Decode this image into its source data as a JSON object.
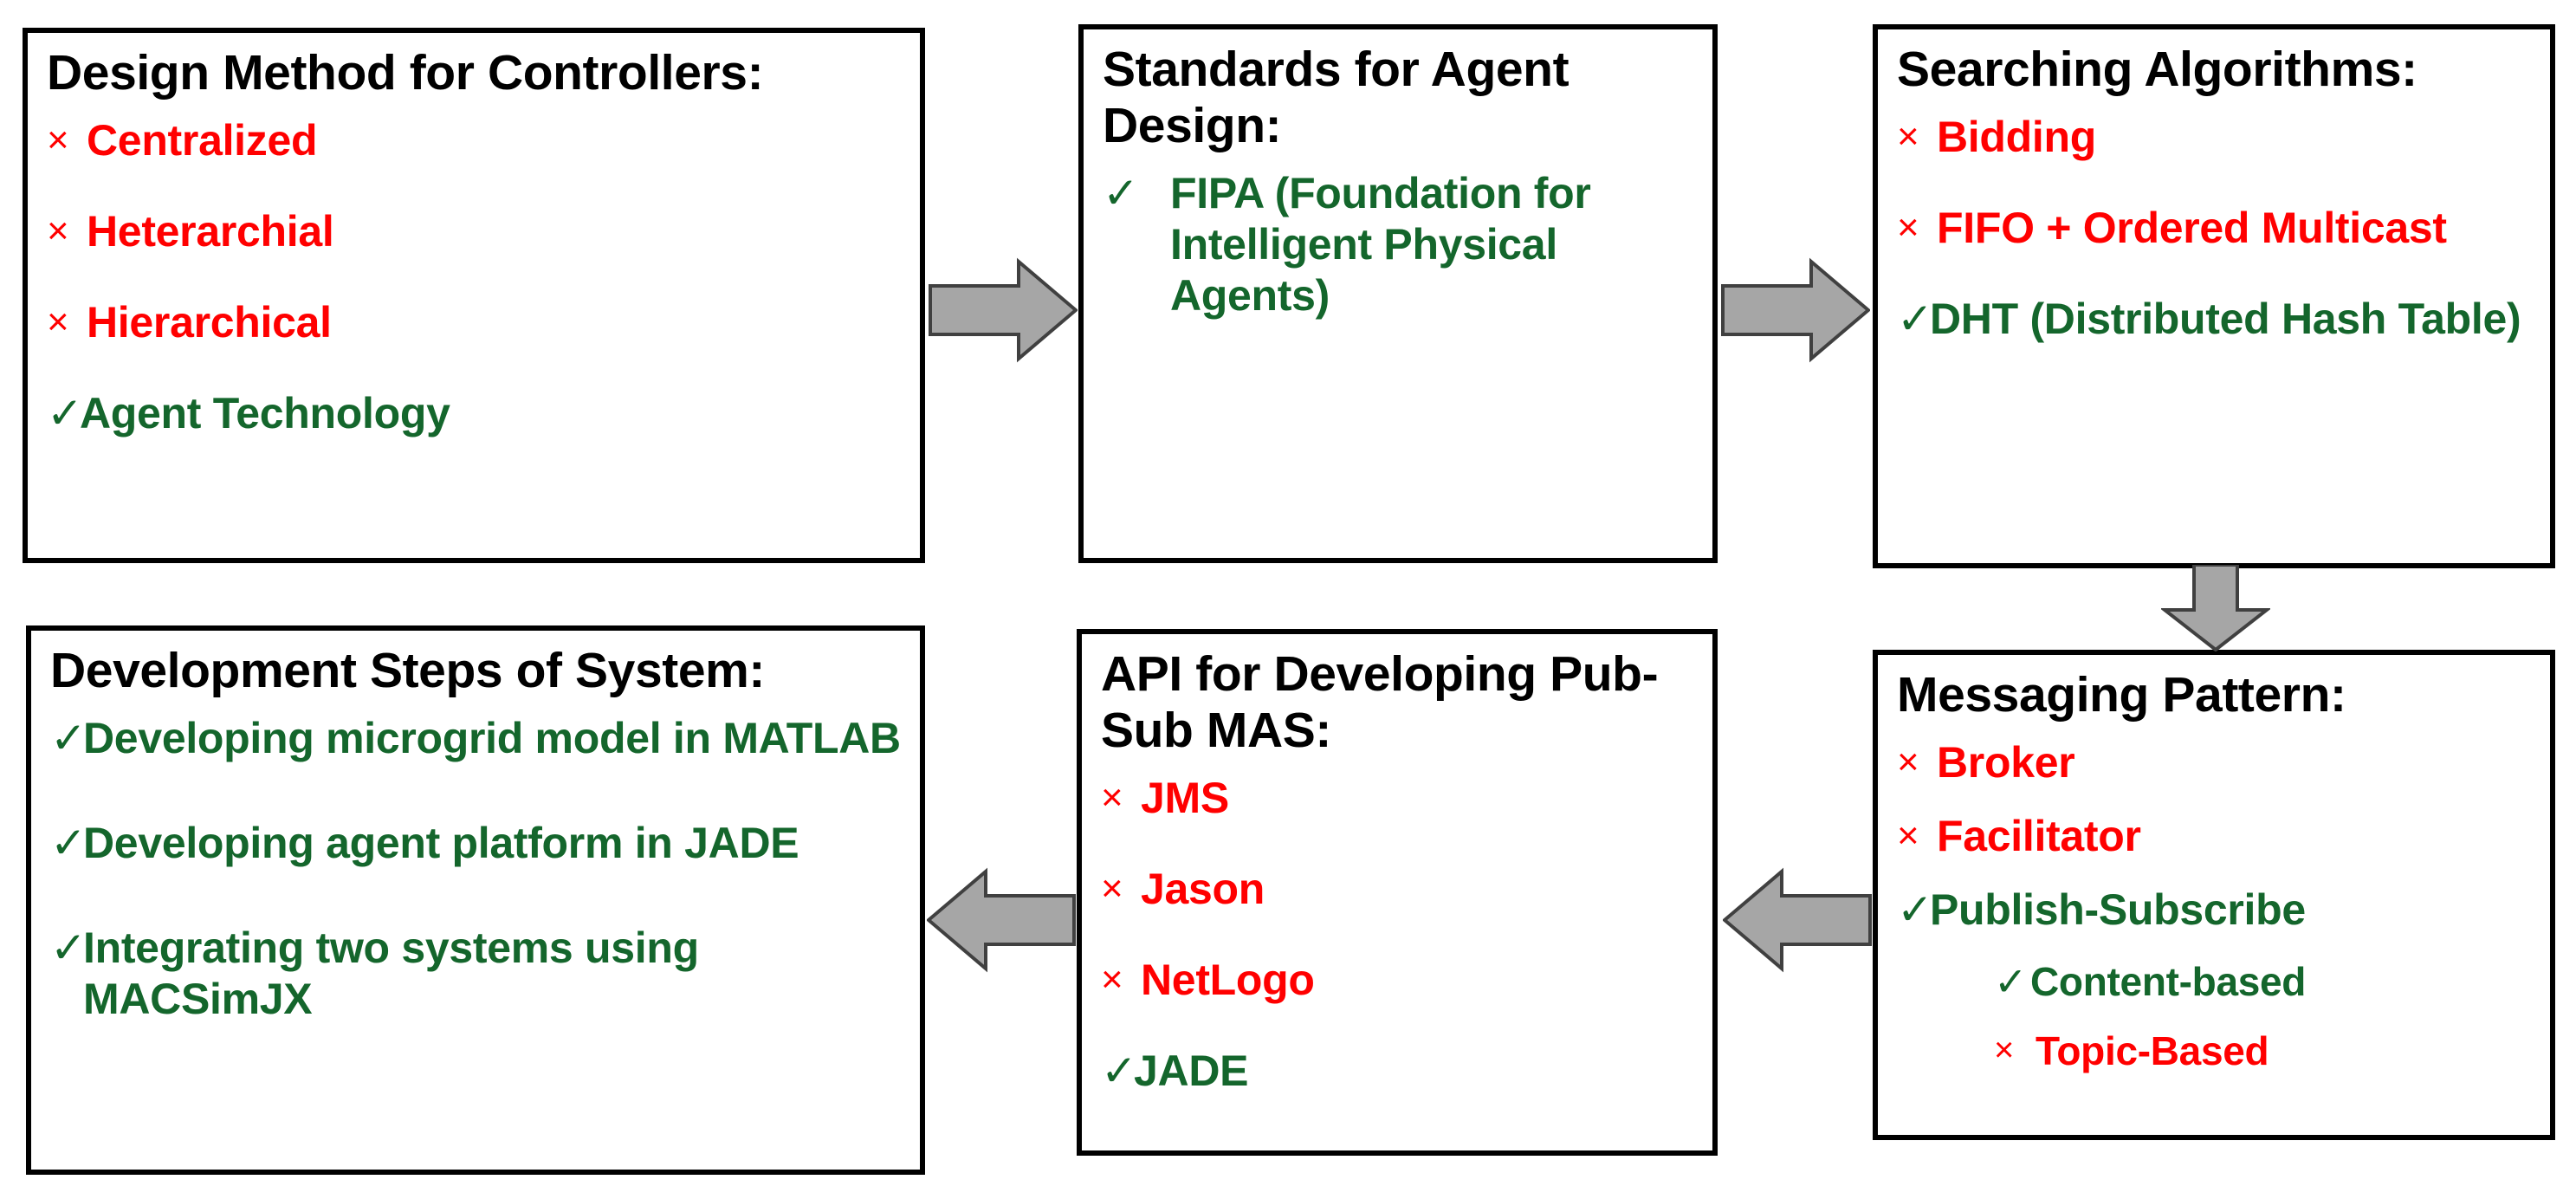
{
  "diagram": {
    "colors": {
      "rejected": "#FF0000",
      "selected": "#14662C",
      "box_border": "#000000",
      "arrow_fill": "#A6A6A6",
      "arrow_stroke": "#404040",
      "background": "#FFFFFF"
    },
    "marks": {
      "cross": "×",
      "check": "✓"
    },
    "boxes": [
      {
        "id": "design-method",
        "title": "Design Method for Controllers:",
        "items": [
          {
            "mark": "cross",
            "state": "rejected",
            "label": "Centralized"
          },
          {
            "mark": "cross",
            "state": "rejected",
            "label": "Heterarchial"
          },
          {
            "mark": "cross",
            "state": "rejected",
            "label": "Hierarchical"
          },
          {
            "mark": "check",
            "state": "selected",
            "label": "Agent Technology"
          }
        ]
      },
      {
        "id": "standards",
        "title": "Standards for Agent Design:",
        "items": [
          {
            "mark": "check",
            "state": "selected",
            "label": "FIPA (Foundation for Intelligent Physical Agents)"
          }
        ]
      },
      {
        "id": "searching",
        "title": "Searching Algorithms:",
        "items": [
          {
            "mark": "cross",
            "state": "rejected",
            "label": "Bidding"
          },
          {
            "mark": "cross",
            "state": "rejected",
            "label": "FIFO + Ordered Multicast"
          },
          {
            "mark": "check",
            "state": "selected",
            "label": "DHT (Distributed Hash Table)"
          }
        ]
      },
      {
        "id": "messaging",
        "title": "Messaging Pattern:",
        "items": [
          {
            "mark": "cross",
            "state": "rejected",
            "label": "Broker"
          },
          {
            "mark": "cross",
            "state": "rejected",
            "label": "Facilitator"
          },
          {
            "mark": "check",
            "state": "selected",
            "label": "Publish-Subscribe"
          },
          {
            "mark": "check",
            "state": "selected",
            "label": "Content-based",
            "indent": true
          },
          {
            "mark": "cross",
            "state": "rejected",
            "label": "Topic-Based",
            "indent": true
          }
        ]
      },
      {
        "id": "api",
        "title": "API for Developing Pub-Sub MAS:",
        "items": [
          {
            "mark": "cross",
            "state": "rejected",
            "label": "JMS"
          },
          {
            "mark": "cross",
            "state": "rejected",
            "label": "Jason"
          },
          {
            "mark": "cross",
            "state": "rejected",
            "label": "NetLogo"
          },
          {
            "mark": "check",
            "state": "selected",
            "label": "JADE"
          }
        ]
      },
      {
        "id": "development-steps",
        "title": "Development Steps of System:",
        "items": [
          {
            "mark": "check",
            "state": "selected",
            "label": "Developing microgrid model in MATLAB"
          },
          {
            "mark": "check",
            "state": "selected",
            "label": "Developing agent platform in JADE"
          },
          {
            "mark": "check",
            "state": "selected",
            "label": "Integrating two systems using MACSimJX"
          }
        ]
      }
    ],
    "arrows": [
      {
        "id": "design-to-standards",
        "direction": "right"
      },
      {
        "id": "standards-to-search",
        "direction": "right"
      },
      {
        "id": "search-to-messaging",
        "direction": "down"
      },
      {
        "id": "messaging-to-api",
        "direction": "left"
      },
      {
        "id": "api-to-development",
        "direction": "left"
      }
    ]
  }
}
